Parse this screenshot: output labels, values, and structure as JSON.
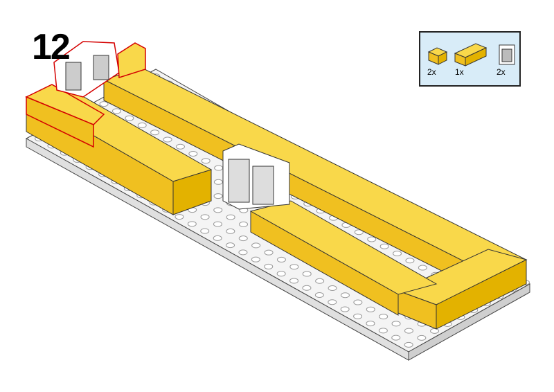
{
  "step_number": "12",
  "parts_list": [
    {
      "part": "yellow-brick-1x2",
      "quantity": "2x",
      "color": "#f5cd2f"
    },
    {
      "part": "yellow-brick-1x4",
      "quantity": "1x",
      "color": "#f5cd2f"
    },
    {
      "part": "white-window-1x2x2",
      "quantity": "2x",
      "color": "#ffffff"
    }
  ],
  "colors": {
    "plate": "#f2f2f2",
    "brick_top": "#f9d84a",
    "brick_side": "#e8b800",
    "highlight": "#d40000",
    "panel": "#d8ecf8"
  }
}
